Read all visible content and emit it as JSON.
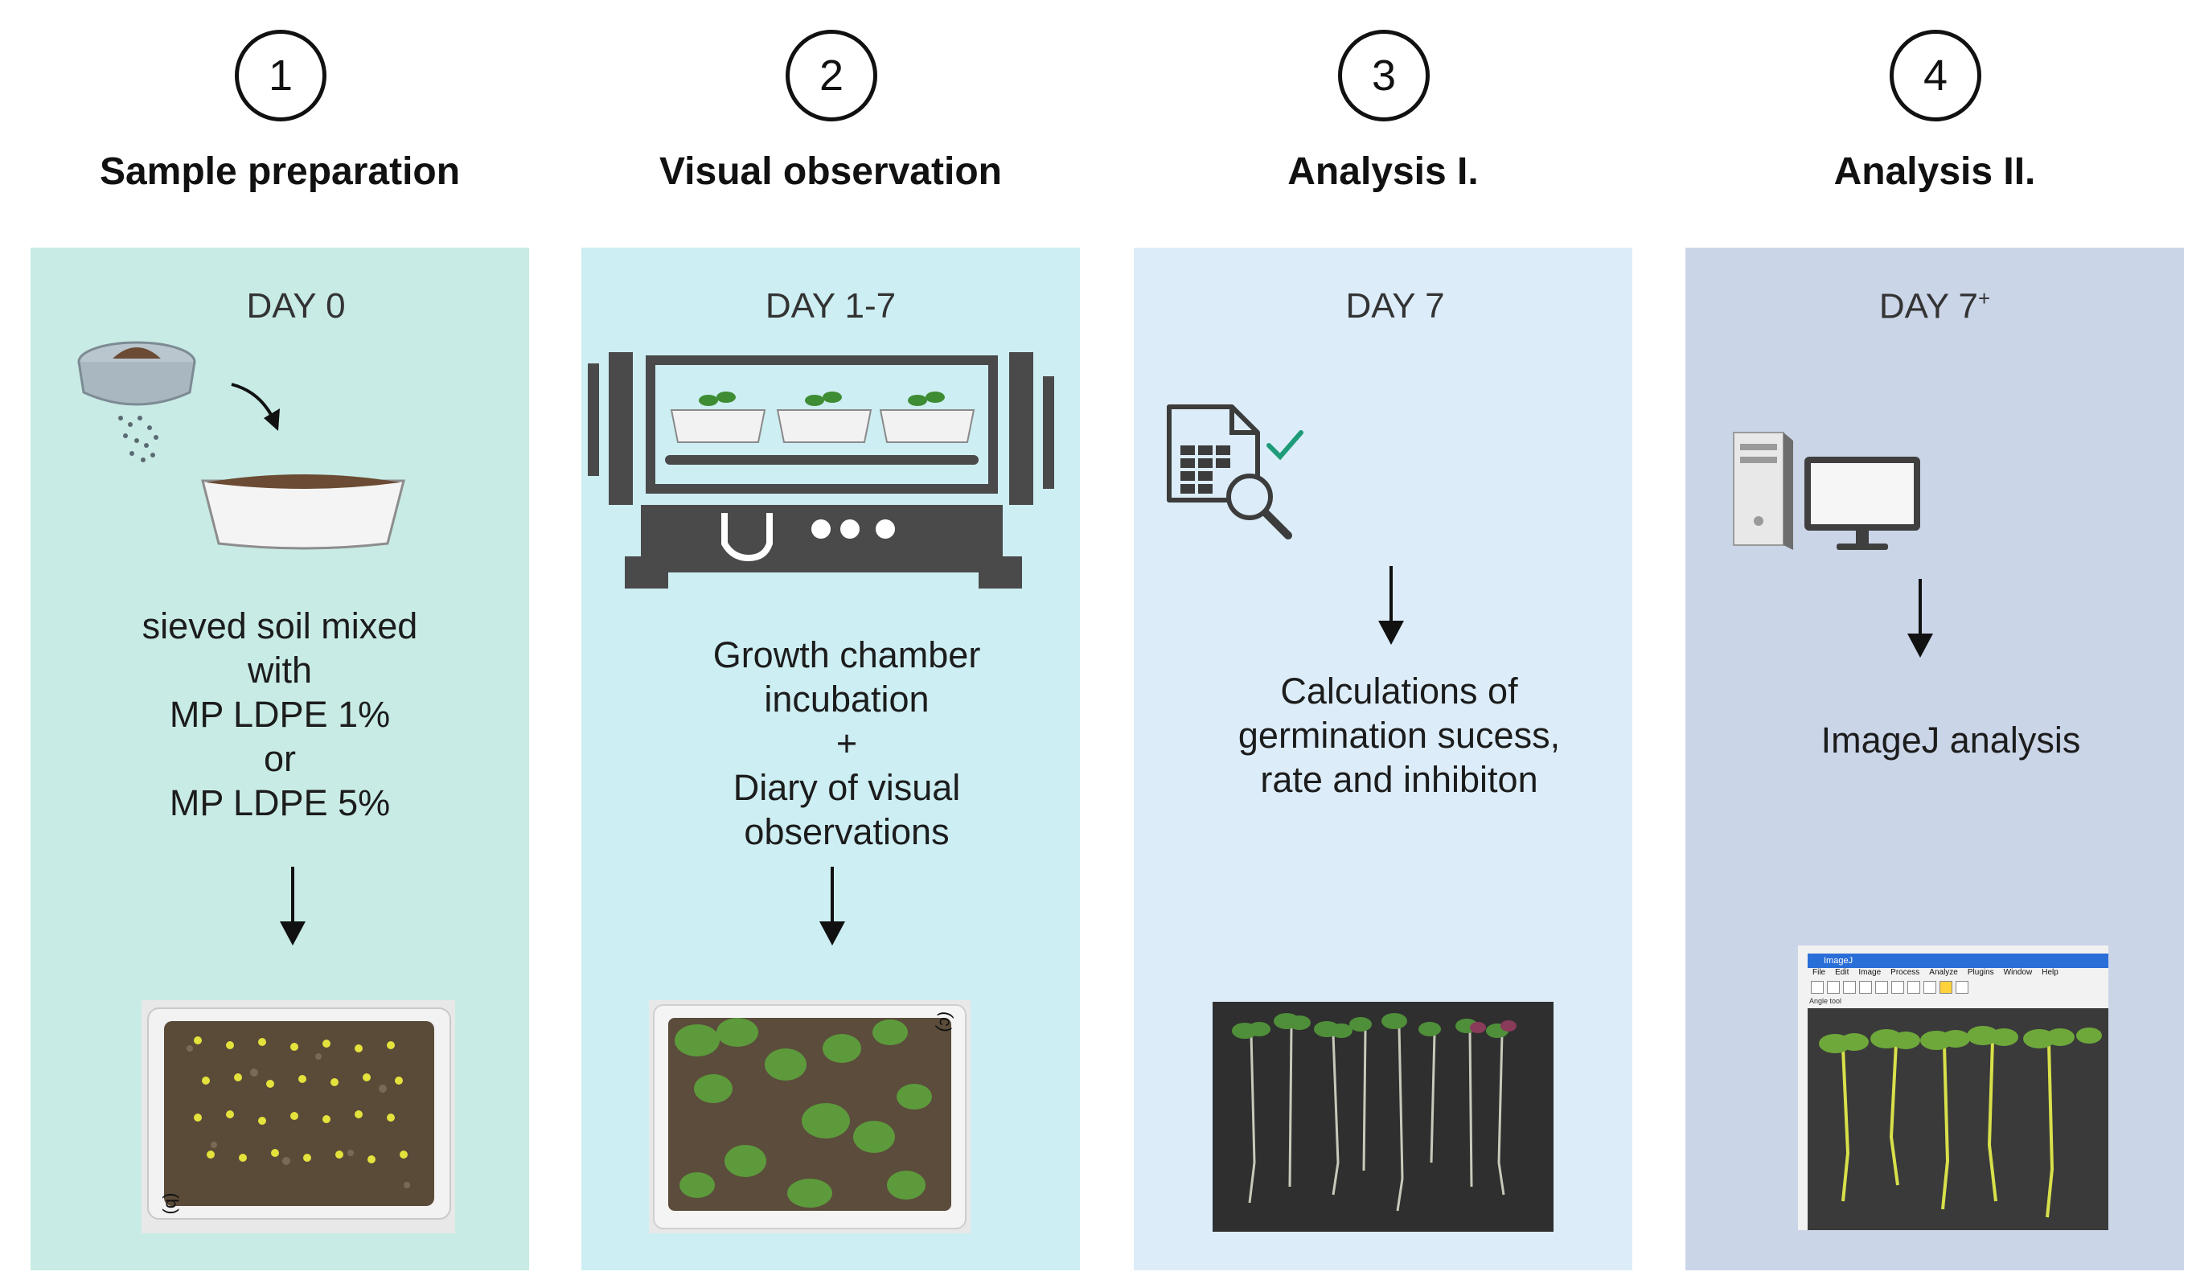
{
  "steps": [
    {
      "number": "1",
      "title": "Sample preparation",
      "day": "DAY 0",
      "description": [
        "sieved soil mixed",
        "with",
        "MP LDPE 1%",
        "or",
        "MP LDPE 5%"
      ],
      "panel_color": "#c8ebe5",
      "photo_label": "(b)"
    },
    {
      "number": "2",
      "title": "Visual observation",
      "day": "DAY 1-7",
      "description": [
        "Growth chamber",
        "incubation",
        "+",
        "Diary of visual",
        "observations"
      ],
      "panel_color": "#cdeef3",
      "photo_label": "(c)"
    },
    {
      "number": "3",
      "title": "Analysis I.",
      "day": "DAY 7",
      "description": [
        "Calculations of",
        "germination sucess,",
        "rate and inhibiton"
      ],
      "panel_color": "#dcedf9"
    },
    {
      "number": "4",
      "title": "Analysis II.",
      "day": "DAY 7",
      "day_sup": "+",
      "description": [
        "ImageJ analysis"
      ],
      "panel_color": "#cbd5e8",
      "imagej": {
        "window_title": "ImageJ",
        "menu": [
          "File",
          "Edit",
          "Image",
          "Process",
          "Analyze",
          "Plugins",
          "Window",
          "Help"
        ],
        "status": "Angle tool"
      }
    }
  ],
  "icons": [
    "sieve-icon",
    "soil-tray-icon",
    "growth-chamber-icon",
    "spreadsheet-magnifier-icon",
    "computer-icon"
  ],
  "colors": {
    "dark_icon": "#4a4a4a",
    "check": "#1e9c7a"
  }
}
